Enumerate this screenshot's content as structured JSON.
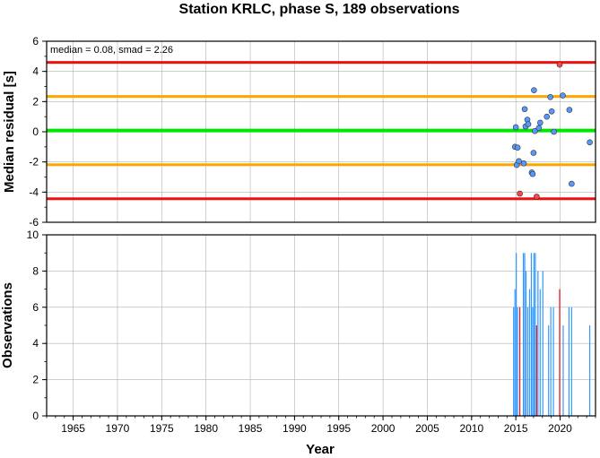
{
  "title": "Station KRLC, phase S, 189 observations",
  "annotation": "median = 0.08, smad = 2.26",
  "colors": {
    "median_line": "#00e600",
    "smad_line": "#ffa500",
    "two_smad_line": "#ee1111",
    "point_normal": "#5599ff",
    "point_outlier": "#ff4444",
    "bar_normal": "#3399ff",
    "bar_outlier": "#ee1111",
    "grid": "#b0b0b0"
  },
  "chart_data": [
    {
      "type": "scatter",
      "name": "residuals",
      "ylabel": "Median residual [s]",
      "xlim": [
        1962,
        2024
      ],
      "ylim": [
        -6,
        6
      ],
      "yticks": [
        "6",
        "4",
        "2",
        "0",
        "-2",
        "-4",
        "-6"
      ],
      "ytick_values": [
        6,
        4,
        2,
        0,
        -2,
        -4,
        -6
      ],
      "hlines": {
        "median": 0.08,
        "plus_smad": 2.34,
        "minus_smad": -2.18,
        "plus_2smad": 4.6,
        "minus_2smad": -4.44
      },
      "points": [
        {
          "x": 2014.9,
          "y": -1.0,
          "outlier": false
        },
        {
          "x": 2015.0,
          "y": 0.3,
          "outlier": false
        },
        {
          "x": 2015.1,
          "y": -2.2,
          "outlier": false
        },
        {
          "x": 2015.2,
          "y": -1.05,
          "outlier": false
        },
        {
          "x": 2015.35,
          "y": -1.95,
          "outlier": false
        },
        {
          "x": 2015.45,
          "y": -4.1,
          "outlier": true
        },
        {
          "x": 2015.9,
          "y": -2.1,
          "outlier": false
        },
        {
          "x": 2016.0,
          "y": 1.5,
          "outlier": false
        },
        {
          "x": 2016.1,
          "y": 0.35,
          "outlier": false
        },
        {
          "x": 2016.3,
          "y": 0.8,
          "outlier": false
        },
        {
          "x": 2016.4,
          "y": 0.5,
          "outlier": false
        },
        {
          "x": 2016.8,
          "y": -2.7,
          "outlier": false
        },
        {
          "x": 2016.9,
          "y": -2.8,
          "outlier": false
        },
        {
          "x": 2017.0,
          "y": -1.4,
          "outlier": false
        },
        {
          "x": 2017.05,
          "y": 2.75,
          "outlier": false
        },
        {
          "x": 2017.15,
          "y": 0.05,
          "outlier": false
        },
        {
          "x": 2017.35,
          "y": -4.3,
          "outlier": true
        },
        {
          "x": 2017.6,
          "y": 0.25,
          "outlier": false
        },
        {
          "x": 2017.75,
          "y": 0.6,
          "outlier": false
        },
        {
          "x": 2018.5,
          "y": 1.0,
          "outlier": false
        },
        {
          "x": 2018.9,
          "y": 2.3,
          "outlier": false
        },
        {
          "x": 2019.05,
          "y": 1.35,
          "outlier": false
        },
        {
          "x": 2019.3,
          "y": 0.0,
          "outlier": false
        },
        {
          "x": 2019.95,
          "y": 4.45,
          "outlier": true
        },
        {
          "x": 2020.3,
          "y": 2.4,
          "outlier": false
        },
        {
          "x": 2021.05,
          "y": 1.45,
          "outlier": false
        },
        {
          "x": 2021.3,
          "y": -3.45,
          "outlier": false
        },
        {
          "x": 2023.35,
          "y": -0.7,
          "outlier": false
        }
      ]
    },
    {
      "type": "bar",
      "name": "observations",
      "xlabel": "Year",
      "ylabel": "Observations",
      "xlim": [
        1962,
        2024
      ],
      "ylim": [
        0,
        10
      ],
      "yticks": [
        "10",
        "8",
        "6",
        "4",
        "2",
        "0"
      ],
      "ytick_values": [
        10,
        8,
        6,
        4,
        2,
        0
      ],
      "xticks": [
        "1965",
        "1970",
        "1975",
        "1980",
        "1985",
        "1990",
        "1995",
        "2000",
        "2005",
        "2010",
        "2015",
        "2020"
      ],
      "xtick_values": [
        1965,
        1970,
        1975,
        1980,
        1985,
        1990,
        1995,
        2000,
        2005,
        2010,
        2015,
        2020
      ],
      "bars": [
        {
          "x": 2014.75,
          "y": 6,
          "outlier": false
        },
        {
          "x": 2014.9,
          "y": 7,
          "outlier": false
        },
        {
          "x": 2015.05,
          "y": 9,
          "outlier": false
        },
        {
          "x": 2015.2,
          "y": 6,
          "outlier": false
        },
        {
          "x": 2015.45,
          "y": 6,
          "outlier": true
        },
        {
          "x": 2015.85,
          "y": 9,
          "outlier": false
        },
        {
          "x": 2016.0,
          "y": 9,
          "outlier": false
        },
        {
          "x": 2016.15,
          "y": 8,
          "outlier": false
        },
        {
          "x": 2016.35,
          "y": 6,
          "outlier": false
        },
        {
          "x": 2016.55,
          "y": 7,
          "outlier": false
        },
        {
          "x": 2016.75,
          "y": 9,
          "outlier": false
        },
        {
          "x": 2016.9,
          "y": 6,
          "outlier": false
        },
        {
          "x": 2017.05,
          "y": 9,
          "outlier": false
        },
        {
          "x": 2017.2,
          "y": 9,
          "outlier": false
        },
        {
          "x": 2017.35,
          "y": 5,
          "outlier": true
        },
        {
          "x": 2017.5,
          "y": 8,
          "outlier": false
        },
        {
          "x": 2017.75,
          "y": 7,
          "outlier": false
        },
        {
          "x": 2018.05,
          "y": 8,
          "outlier": false
        },
        {
          "x": 2018.7,
          "y": 5,
          "outlier": false
        },
        {
          "x": 2018.95,
          "y": 6,
          "outlier": false
        },
        {
          "x": 2019.25,
          "y": 6,
          "outlier": false
        },
        {
          "x": 2019.95,
          "y": 7,
          "outlier": true
        },
        {
          "x": 2020.35,
          "y": 5,
          "outlier": false
        },
        {
          "x": 2021.0,
          "y": 6,
          "outlier": false
        },
        {
          "x": 2021.3,
          "y": 6,
          "outlier": false
        },
        {
          "x": 2023.35,
          "y": 5,
          "outlier": false
        }
      ]
    }
  ]
}
